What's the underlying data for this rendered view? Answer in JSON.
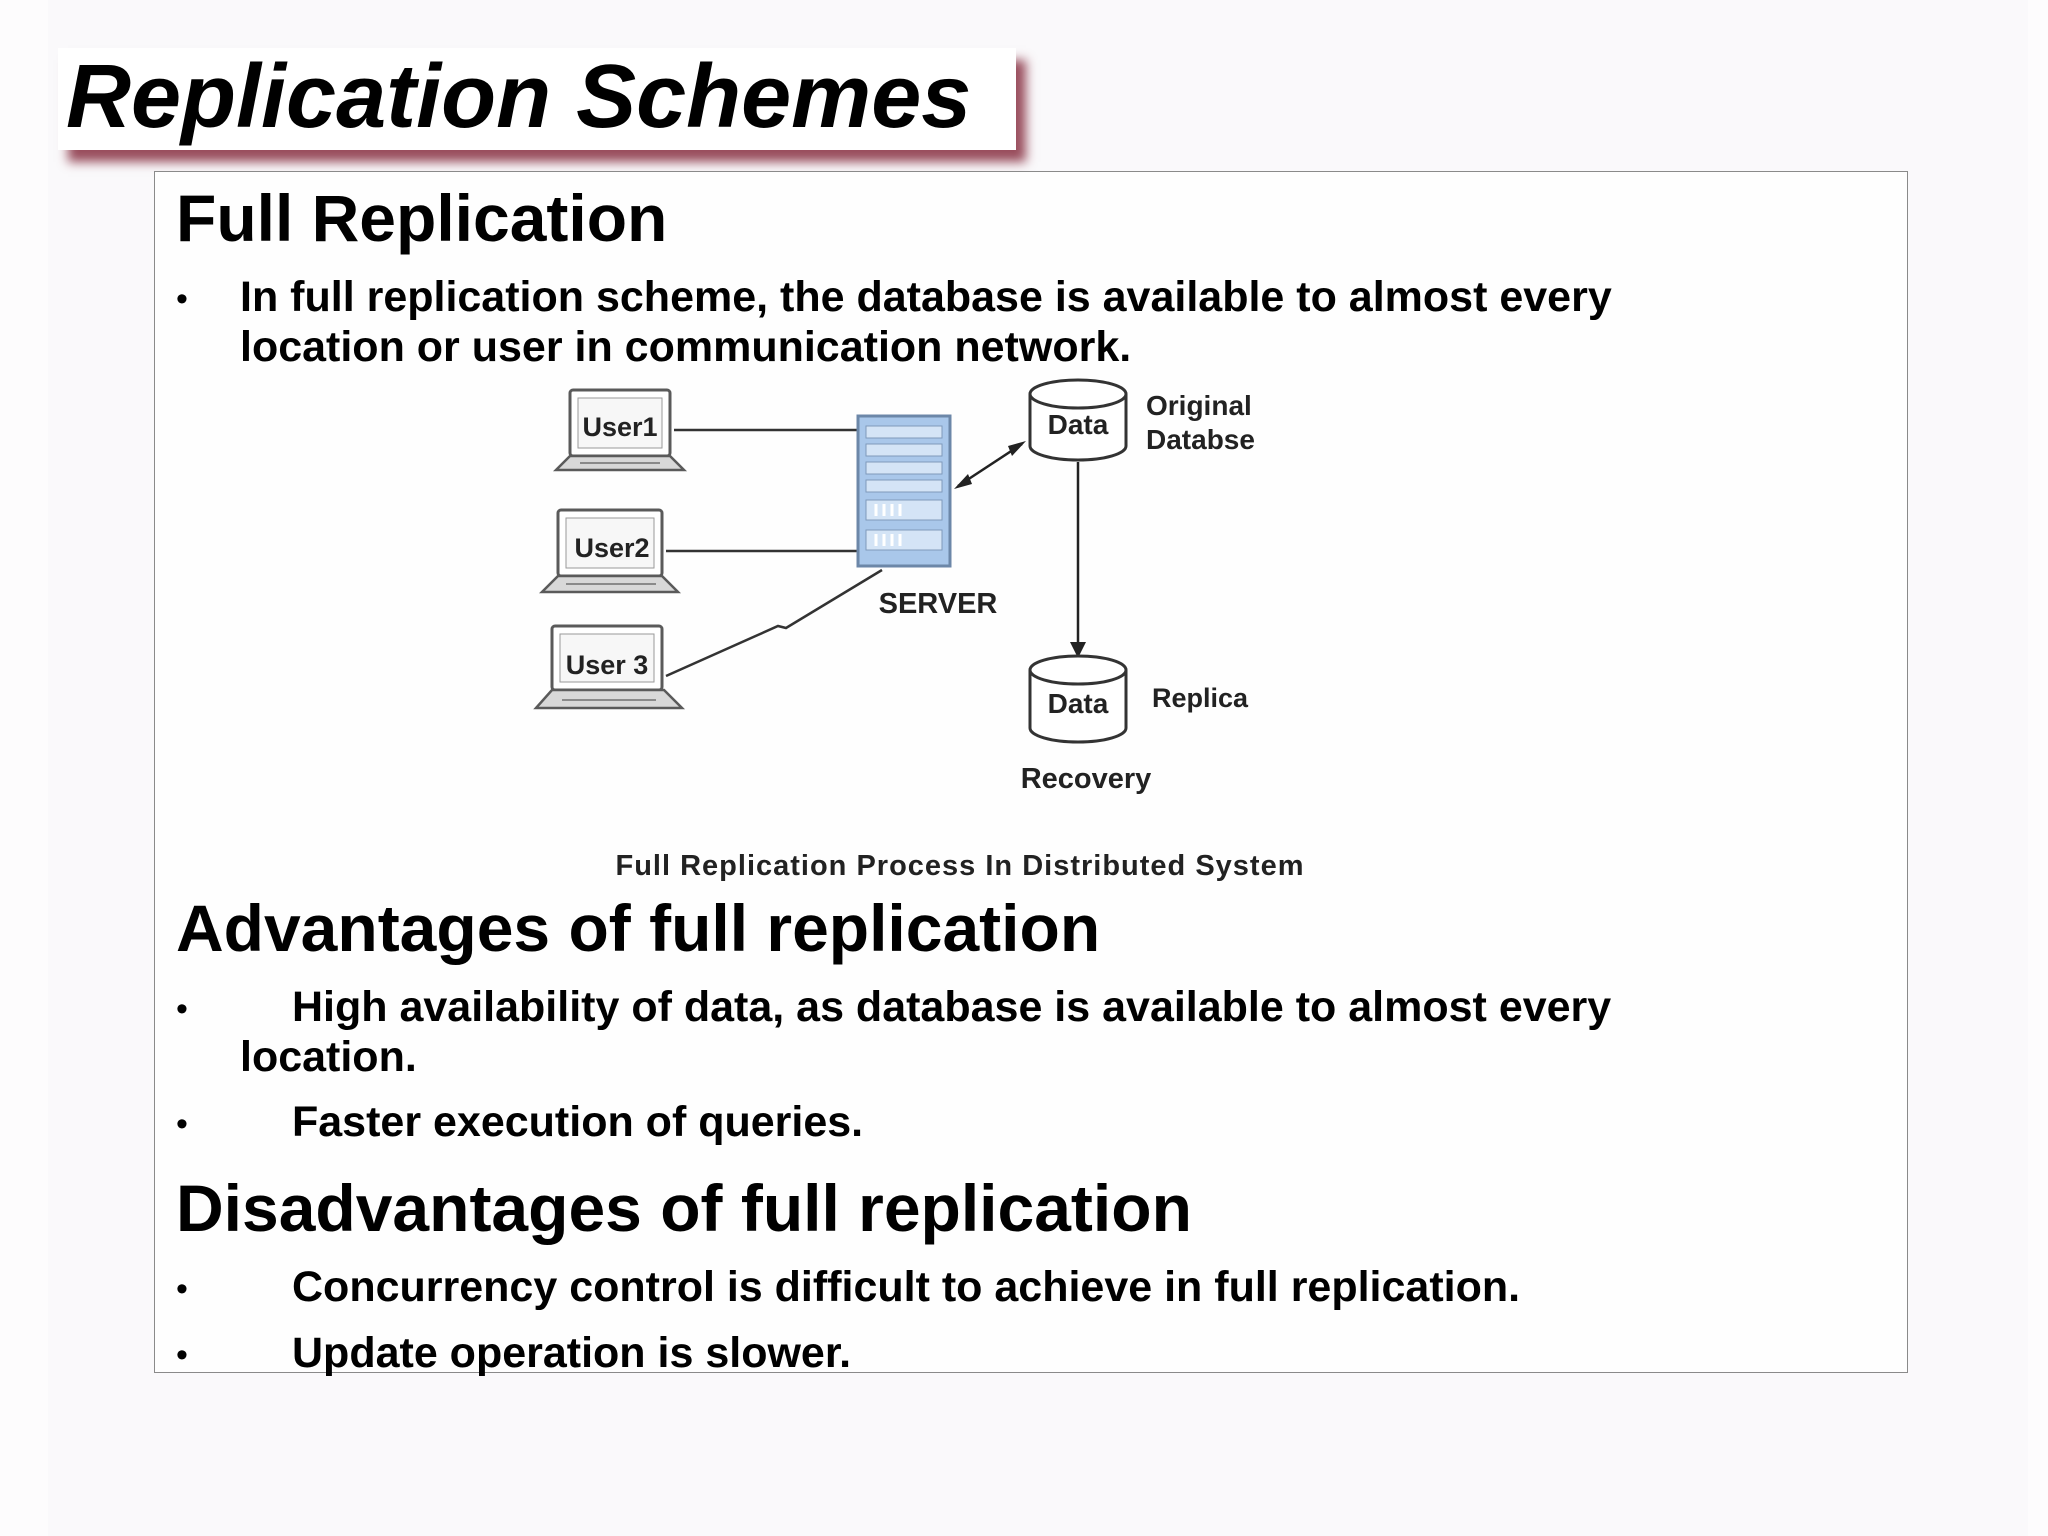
{
  "slide": {
    "title": "Replication Schemes"
  },
  "full_replication": {
    "heading": "Full Replication",
    "bullet_line1": "In full replication scheme, the database is available to almost every",
    "bullet_line2": "location or user in communication network."
  },
  "diagram": {
    "users": [
      "User1",
      "User2",
      "User 3"
    ],
    "server_label": "SERVER",
    "original_db_label": "Data",
    "original_caption_line1": "Original",
    "original_caption_line2": "Databse",
    "replica_db_label": "Data",
    "replica_caption": "Replica",
    "recovery_label": "Recovery",
    "caption": "Full Replication Process In Distributed System"
  },
  "advantages": {
    "heading": "Advantages of full replication",
    "items": [
      {
        "line1": "High availability of data, as database is available to almost every",
        "line2": "location."
      },
      {
        "line1": "Faster execution of queries."
      }
    ]
  },
  "disadvantages": {
    "heading": "Disadvantages of full replication",
    "items": [
      "Concurrency control is difficult to achieve in full replication.",
      "Update operation is slower."
    ]
  },
  "colors": {
    "title_shadow": "#7a1428",
    "box_border": "#8a8a8a",
    "diagram_blue": "#a9c7ea"
  }
}
